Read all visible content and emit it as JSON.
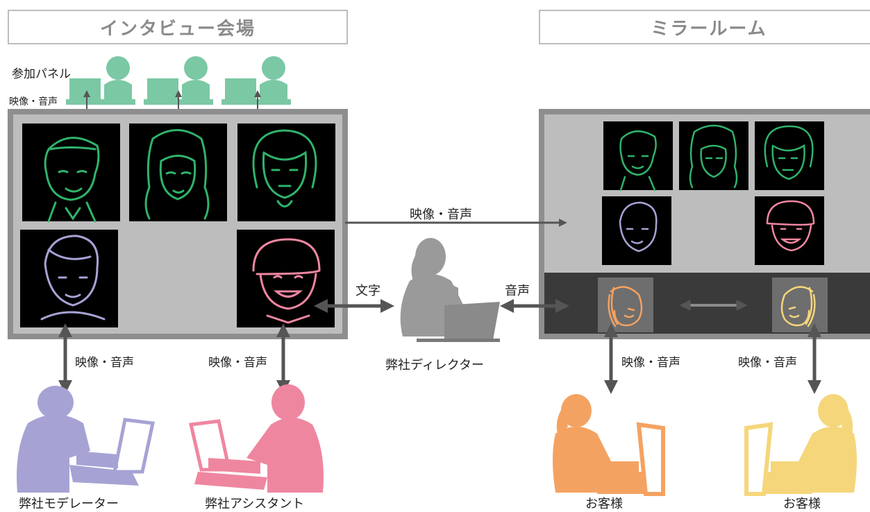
{
  "interview_venue": {
    "title": "インタビュー会場",
    "panel_label": "参加パネル",
    "panel_link_label": "映像・音声"
  },
  "mirror_room": {
    "title": "ミラールーム"
  },
  "flows": {
    "venue_to_mirror": "映像・音声",
    "director_text": "文字",
    "director_audio": "音声",
    "moderator_link": "映像・音声",
    "assistant_link": "映像・音声",
    "customer1_link": "映像・音声",
    "customer2_link": "映像・音声"
  },
  "people": {
    "director": "弊社ディレクター",
    "moderator": "弊社モデレーター",
    "assistant": "弊社アシスタント",
    "customer1": "お客様",
    "customer2": "お客様"
  },
  "colors": {
    "panel_green": "#7bc8a4",
    "face_green": "#2fb36b",
    "moderator_purple": "#a6a3d4",
    "assistant_pink": "#ef86a0",
    "customer_orange": "#f4a261",
    "customer_yellow": "#f5d67b",
    "director_gray": "#9a9a9a",
    "screen_gray": "#bdbdbd",
    "dark_band": "#3a3a3a",
    "arrow_gray": "#555555"
  }
}
